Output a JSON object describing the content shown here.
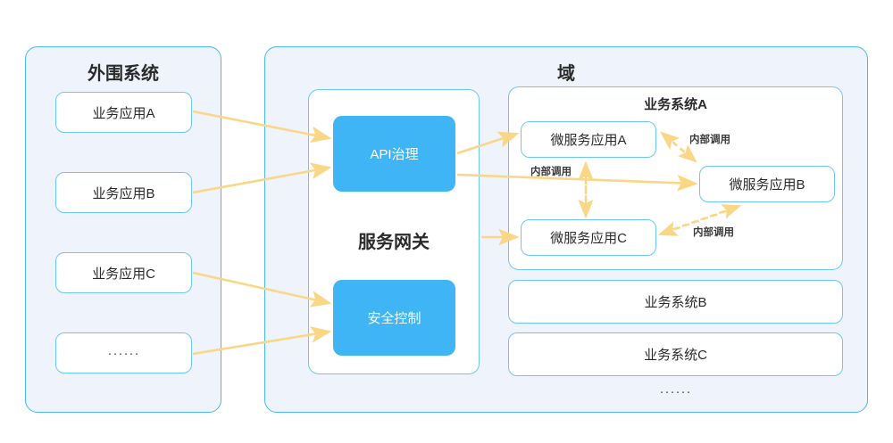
{
  "diagram": {
    "title_left": "外围系统",
    "title_right": "域",
    "gateway_title": "服务网关",
    "accent_blue": "#3fb5f6",
    "panel_border": "#4ab5f7",
    "panel_fill": "#eef3fc",
    "card_border": "#6cc7f8",
    "arrow_color": "#fad787",
    "ellipsis": "······"
  },
  "peripheral": {
    "title": "外围系统",
    "apps": [
      {
        "label": "业务应用A"
      },
      {
        "label": "业务应用B"
      },
      {
        "label": "业务应用C"
      },
      {
        "label": "······"
      }
    ]
  },
  "gateway": {
    "title": "服务网关",
    "blocks": [
      {
        "label": "API治理"
      },
      {
        "label": "安全控制"
      }
    ]
  },
  "domain": {
    "title": "域",
    "system_a": {
      "title": "业务系统A",
      "services": [
        {
          "label": "微服务应用A"
        },
        {
          "label": "微服务应用B"
        },
        {
          "label": "微服务应用C"
        }
      ],
      "edge_labels": [
        {
          "text": "内部调用"
        },
        {
          "text": "内部调用"
        },
        {
          "text": "内部调用"
        }
      ]
    },
    "other_systems": [
      {
        "label": "业务系统B"
      },
      {
        "label": "业务系统C"
      }
    ],
    "more": "······"
  }
}
